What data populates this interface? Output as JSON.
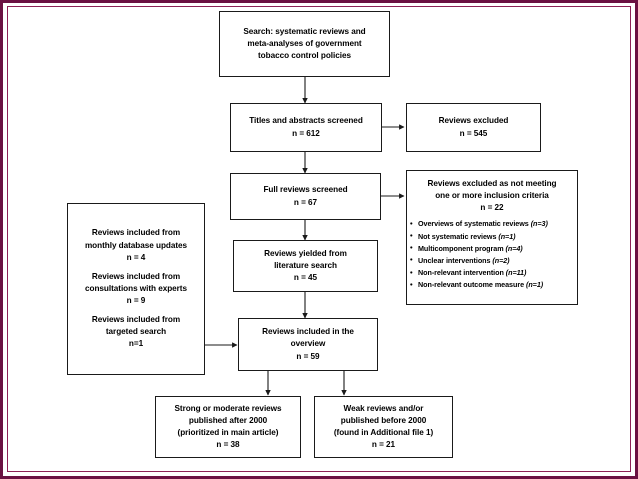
{
  "figure": {
    "type": "flowchart",
    "subject": "PRISMA-style study selection flow diagram",
    "frame_color": "#6b1142",
    "box_border_color": "#1a1a1a",
    "connector_color": "#1a1a1a"
  },
  "nodes": {
    "search": {
      "name": "search-box",
      "lines": [
        "Search: systematic reviews and",
        "meta-analyses of government",
        "tobacco control policies"
      ]
    },
    "titles_screened": {
      "name": "titles-abstracts-screened-box",
      "lines": [
        "Titles and abstracts screened",
        "n = 612"
      ],
      "count": 612
    },
    "reviews_excluded": {
      "name": "reviews-excluded-box",
      "lines": [
        "Reviews excluded",
        "n = 545"
      ],
      "count": 545
    },
    "full_reviews": {
      "name": "full-reviews-screened-box",
      "lines": [
        "Full reviews screened",
        "n = 67"
      ],
      "count": 67
    },
    "excluded_criteria": {
      "name": "reviews-excluded-criteria-box",
      "heading": [
        "Reviews excluded as not meeting",
        "one or more inclusion criteria",
        "n = 22"
      ],
      "count": 22,
      "reasons": [
        {
          "label": "Overviews of systematic reviews",
          "n": "(n=3)"
        },
        {
          "label": "Not systematic reviews",
          "n": "(n=1)"
        },
        {
          "label": "Multicomponent program",
          "n": "(n=4)"
        },
        {
          "label": "Unclear interventions",
          "n": "(n=2)"
        },
        {
          "label": "Non-relevant intervention",
          "n": "(n=11)"
        },
        {
          "label": "Non-relevant outcome measure",
          "n": "(n=1)"
        }
      ]
    },
    "additional_sources": {
      "name": "additional-sources-box",
      "groups": [
        {
          "lines": [
            "Reviews included from",
            "monthly database updates",
            "n = 4"
          ],
          "count": 4
        },
        {
          "lines": [
            "Reviews included from",
            "consultations with experts",
            "n = 9"
          ],
          "count": 9
        },
        {
          "lines": [
            "Reviews included from",
            "targeted search",
            "n=1"
          ],
          "count": 1
        }
      ]
    },
    "yielded": {
      "name": "reviews-yielded-box",
      "lines": [
        "Reviews yielded from",
        "literature search",
        "n = 45"
      ],
      "count": 45
    },
    "included_overview": {
      "name": "reviews-included-overview-box",
      "lines": [
        "Reviews included in the",
        "overview",
        "n = 59"
      ],
      "count": 59
    },
    "strong_moderate": {
      "name": "strong-moderate-reviews-box",
      "lines": [
        "Strong or moderate reviews",
        "published after 2000",
        "(prioritized in main article)",
        "n = 38"
      ],
      "count": 38
    },
    "weak_reviews": {
      "name": "weak-reviews-box",
      "lines": [
        "Weak reviews and/or",
        "published before 2000",
        "(found in Additional file 1)",
        "n = 21"
      ],
      "count": 21
    }
  }
}
